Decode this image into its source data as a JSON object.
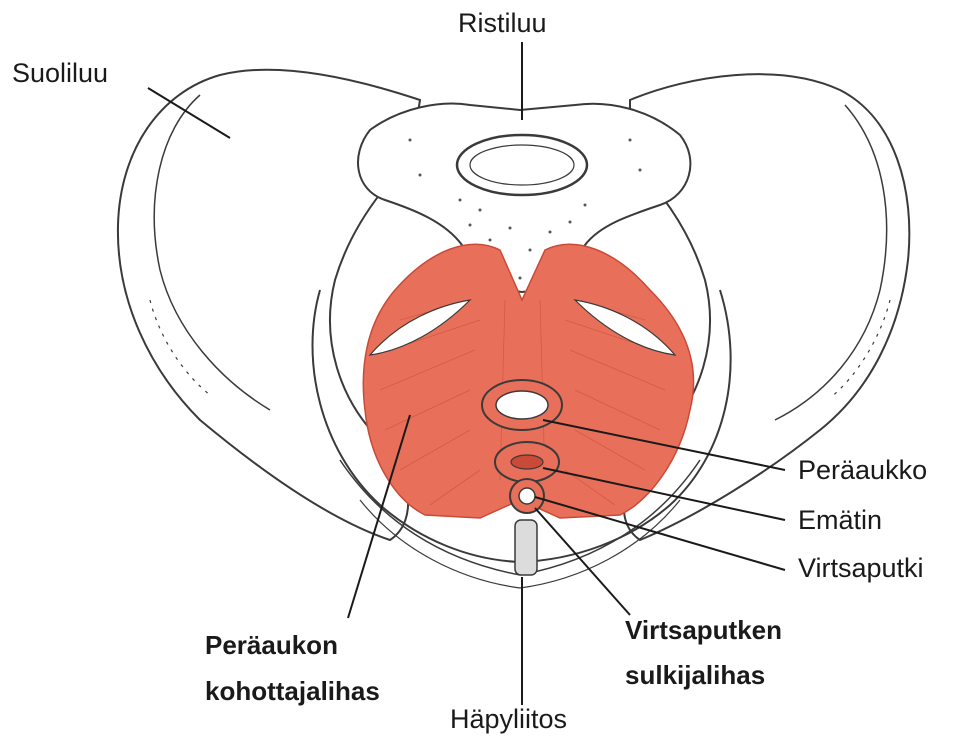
{
  "labels": {
    "ilium": "Suoliluu",
    "sacrum": "Ristiluu",
    "anus": "Peräaukko",
    "vagina": "Emätin",
    "urethra": "Virtsaputki",
    "levator_ani_line1": "Peräaukon",
    "levator_ani_line2": "kohottajalihas",
    "urethral_sphincter_line1": "Virtsaputken",
    "urethral_sphincter_line2": "sulkijalihas",
    "pubic_symphysis": "Häpyliitos"
  },
  "colors": {
    "muscle": "#e8705a",
    "muscle_dark": "#c94a36",
    "bone_line": "#3a3a3a",
    "bone_fill": "#ffffff"
  }
}
